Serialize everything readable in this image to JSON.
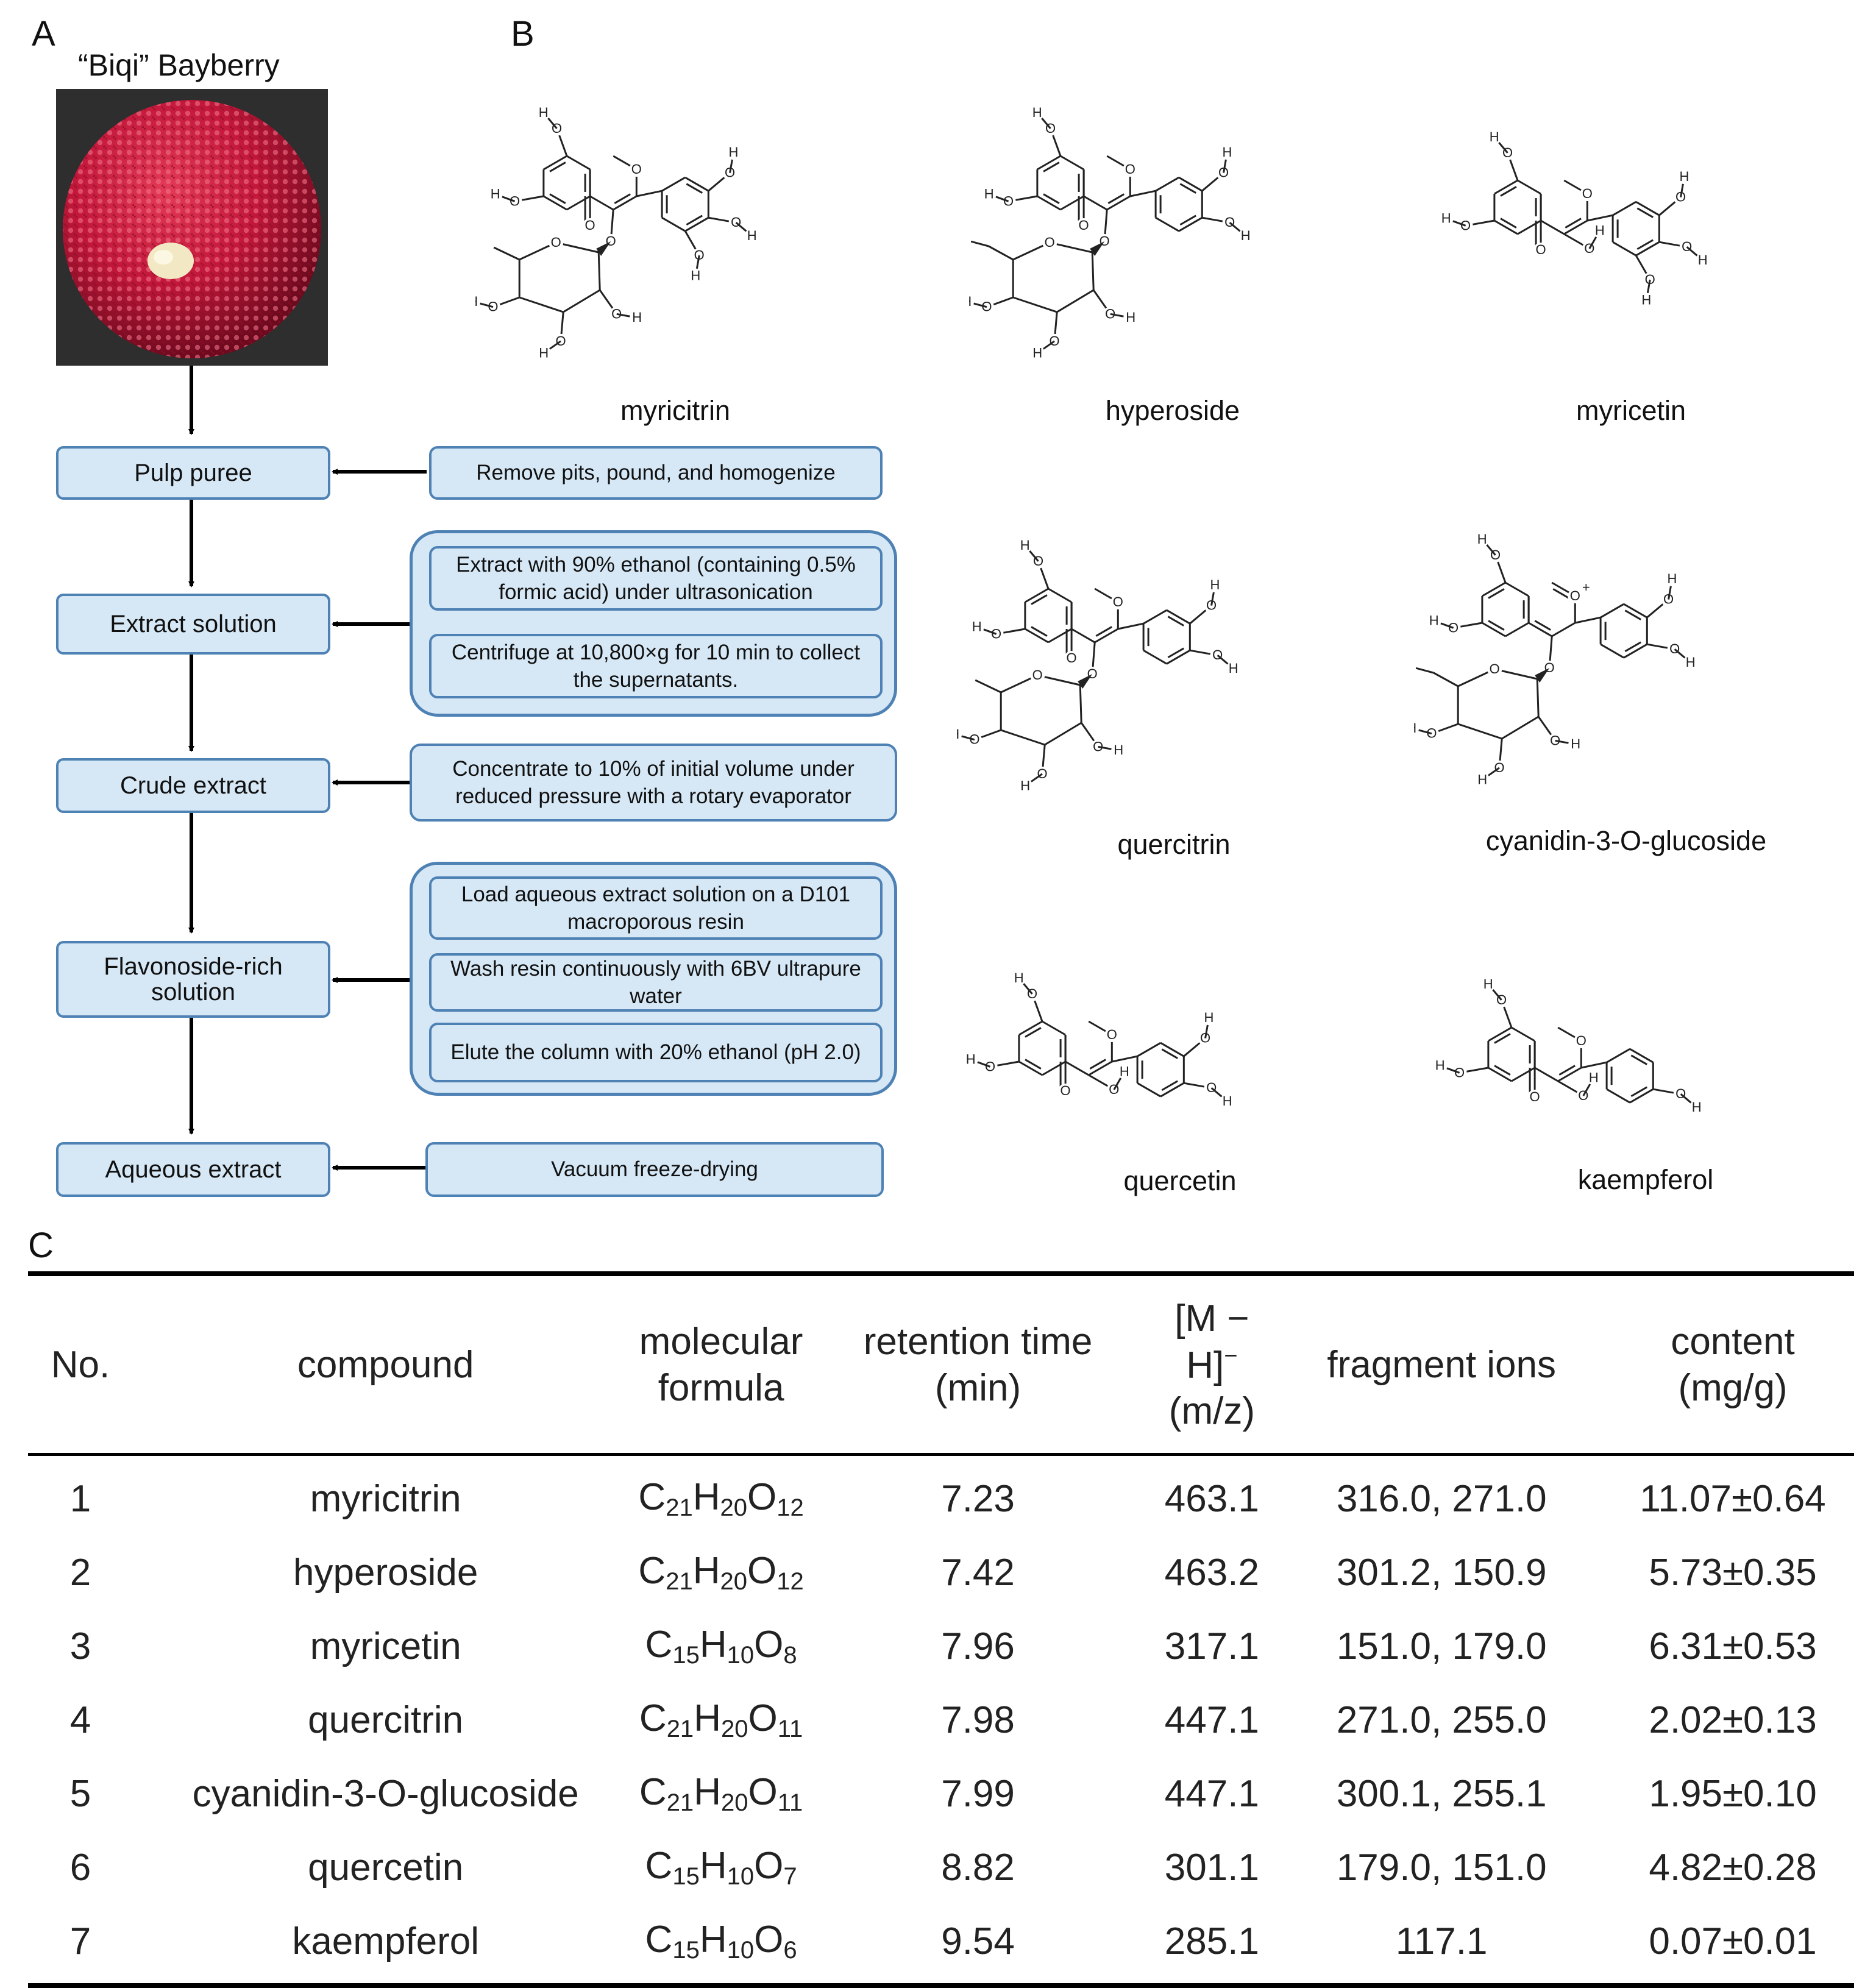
{
  "panels": {
    "a": "A",
    "b": "B",
    "c": "C"
  },
  "fruit": {
    "title": "“Biqi” Bayberry",
    "photo_color": "#c2173a"
  },
  "colors": {
    "box_fill": "#d6e8f6",
    "box_border": "#4f82b4"
  },
  "flowchart": {
    "stages": [
      {
        "label": "Pulp puree",
        "steps": [
          "Remove pits, pound, and homogenize"
        ]
      },
      {
        "label": "Extract solution",
        "steps": [
          "Extract with 90% ethanol (containing 0.5% formic acid) under ultrasonication",
          "Centrifuge at 10,800×g for 10 min to collect the supernatants."
        ]
      },
      {
        "label": "Crude extract",
        "steps": [
          "Concentrate to 10% of initial volume under reduced pressure with a rotary evaporator"
        ]
      },
      {
        "label": "Flavonoside-rich solution",
        "steps": [
          "Load aqueous extract solution on a D101 macroporous resin",
          "Wash resin continuously with 6BV ultrapure water",
          "Elute the column with 20% ethanol (pH 2.0)"
        ]
      },
      {
        "label": "Aqueous extract",
        "steps": [
          "Vacuum freeze-drying"
        ]
      }
    ]
  },
  "structures": {
    "atom_labels": {
      "hydroxyl": "O",
      "hydrogen": "H",
      "carbonyl": "O",
      "cation": "+"
    },
    "names": [
      "myricitrin",
      "hyperoside",
      "myricetin",
      "quercitrin",
      "cyanidin-3-O-glucoside",
      "quercetin",
      "kaempferol"
    ]
  },
  "table": {
    "headers": {
      "no": "No.",
      "compound": "compound",
      "formula": [
        "molecular",
        "formula"
      ],
      "rt": [
        "retention time",
        "(min)"
      ],
      "mz": [
        "[M − H]",
        "−",
        "(m/z)"
      ],
      "fragments": "fragment ions",
      "content": [
        "content",
        "(mg/g)"
      ]
    },
    "rows": [
      {
        "no": "1",
        "compound": "myricitrin",
        "formula": [
          [
            "C",
            "21"
          ],
          [
            "H",
            "20"
          ],
          [
            "O",
            "12"
          ]
        ],
        "rt": "7.23",
        "mz": "463.1",
        "fragments": "316.0, 271.0",
        "content": "11.07±0.64"
      },
      {
        "no": "2",
        "compound": "hyperoside",
        "formula": [
          [
            "C",
            "21"
          ],
          [
            "H",
            "20"
          ],
          [
            "O",
            "12"
          ]
        ],
        "rt": "7.42",
        "mz": "463.2",
        "fragments": "301.2, 150.9",
        "content": "5.73±0.35"
      },
      {
        "no": "3",
        "compound": "myricetin",
        "formula": [
          [
            "C",
            "15"
          ],
          [
            "H",
            "10"
          ],
          [
            "O",
            "8"
          ]
        ],
        "rt": "7.96",
        "mz": "317.1",
        "fragments": "151.0, 179.0",
        "content": "6.31±0.53"
      },
      {
        "no": "4",
        "compound": "quercitrin",
        "formula": [
          [
            "C",
            "21"
          ],
          [
            "H",
            "20"
          ],
          [
            "O",
            "11"
          ]
        ],
        "rt": "7.98",
        "mz": "447.1",
        "fragments": "271.0, 255.0",
        "content": "2.02±0.13"
      },
      {
        "no": "5",
        "compound": "cyanidin-3-O-glucoside",
        "formula": [
          [
            "C",
            "21"
          ],
          [
            "H",
            "20"
          ],
          [
            "O",
            "11"
          ]
        ],
        "rt": "7.99",
        "mz": "447.1",
        "fragments": "300.1, 255.1",
        "content": "1.95±0.10"
      },
      {
        "no": "6",
        "compound": "quercetin",
        "formula": [
          [
            "C",
            "15"
          ],
          [
            "H",
            "10"
          ],
          [
            "O",
            "7"
          ]
        ],
        "rt": "8.82",
        "mz": "301.1",
        "fragments": "179.0, 151.0",
        "content": "4.82±0.28"
      },
      {
        "no": "7",
        "compound": "kaempferol",
        "formula": [
          [
            "C",
            "15"
          ],
          [
            "H",
            "10"
          ],
          [
            "O",
            "6"
          ]
        ],
        "rt": "9.54",
        "mz": "285.1",
        "fragments": "117.1",
        "content": "0.07±0.01"
      }
    ]
  }
}
